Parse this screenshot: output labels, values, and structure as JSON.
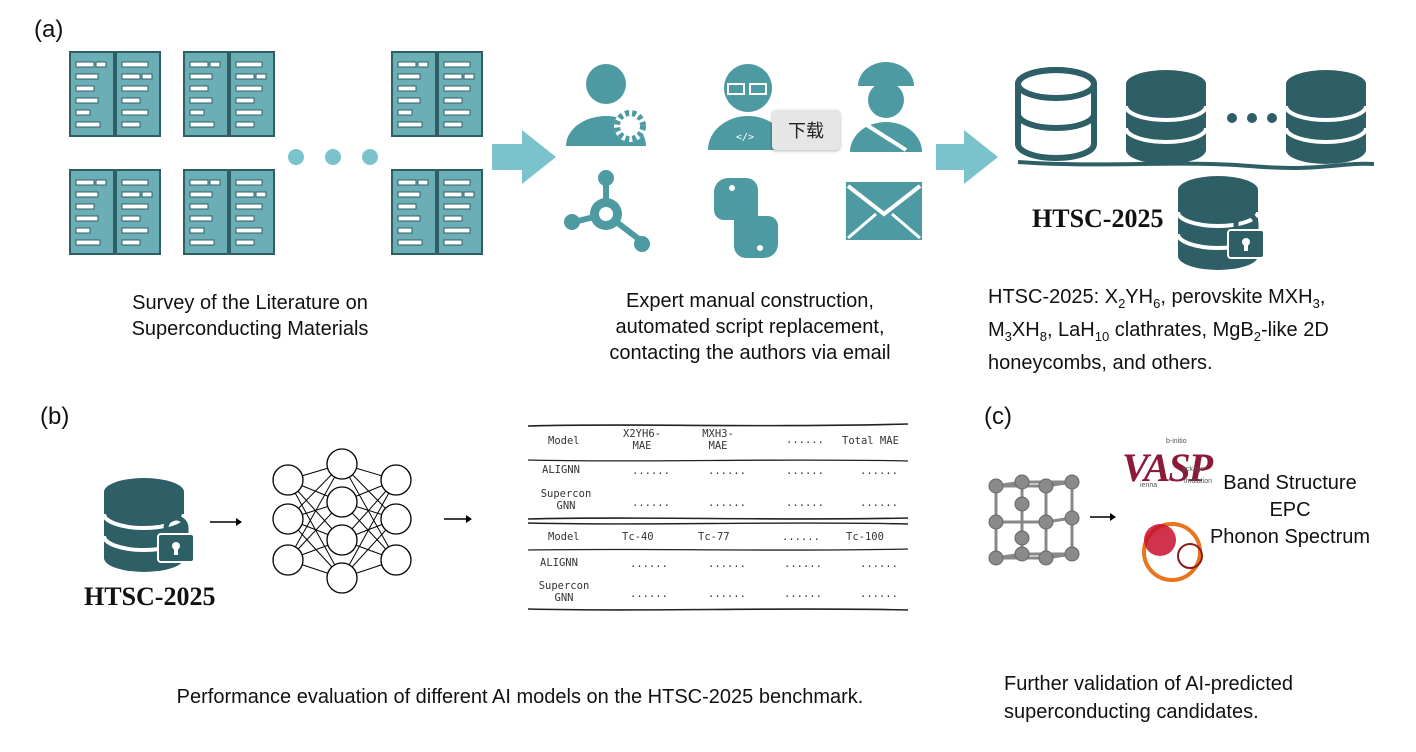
{
  "panels": {
    "a": "(a)",
    "b": "(b)",
    "c": "(c)"
  },
  "panel_a": {
    "survey_caption": [
      "Survey of the Literature on",
      "Superconducting Materials"
    ],
    "process_caption": [
      "Expert manual construction,",
      "automated script replacement,",
      "contacting the authors via email"
    ],
    "tooltip": "下载",
    "db_label": "HTSC-2025",
    "htsc_desc": {
      "line1": [
        "HTSC-2025: X",
        "2",
        "YH",
        "6",
        ", perovskite MXH",
        "3",
        ","
      ],
      "line2": [
        "M",
        "3",
        "XH",
        "8",
        ", LaH",
        "10",
        " clathrates, MgB",
        "2",
        "-like 2D"
      ],
      "line3": "honeycombs, and others."
    }
  },
  "panel_b": {
    "db_label": "HTSC-2025",
    "caption": "Performance evaluation of different AI models on the HTSC-2025 benchmark.",
    "table1": {
      "headers": [
        "Model",
        "X2YH6-",
        "MAE",
        "MXH3-",
        "MAE",
        "......",
        "Total MAE"
      ],
      "rows": [
        {
          "model": [
            "ALIGNN"
          ],
          "cells": [
            "......",
            "......",
            "......",
            "......"
          ]
        },
        {
          "model": [
            "Supercon",
            "GNN"
          ],
          "cells": [
            "......",
            "......",
            "......",
            "......"
          ]
        }
      ]
    },
    "table2": {
      "headers": [
        "Model",
        "Tc-40",
        "Tc-77",
        "......",
        "Tc-100"
      ],
      "rows": [
        {
          "model": [
            "ALIGNN"
          ],
          "cells": [
            "......",
            "......",
            "......",
            "......"
          ]
        },
        {
          "model": [
            "Supercon",
            "GNN"
          ],
          "cells": [
            "......",
            "......",
            "......",
            "......"
          ]
        }
      ]
    }
  },
  "panel_c": {
    "vasp_logo": "VASP",
    "vasp_small": [
      "b-initio",
      "ackage",
      "ienna",
      "imulation"
    ],
    "properties": [
      "Band Structure",
      "EPC",
      "Phonon Spectrum"
    ],
    "caption": [
      "Further validation of AI-predicted",
      "superconducting candidates."
    ]
  },
  "colors": {
    "teal": "#4E9AA3",
    "dark_teal": "#2F5F66",
    "light_teal": "#79C1C9",
    "arrow": "#7BC3CC"
  }
}
